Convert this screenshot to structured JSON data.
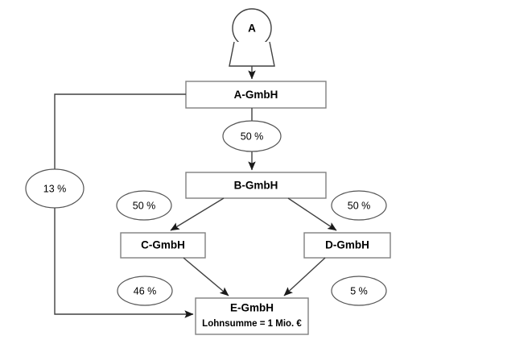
{
  "diagram": {
    "type": "organizational-shareholding-flowchart",
    "language": "de",
    "actor": {
      "id": "A",
      "label": "A",
      "icon": "person-icon"
    },
    "nodes": [
      {
        "id": "A-GmbH",
        "label": "A-GmbH",
        "sublabel": ""
      },
      {
        "id": "B-GmbH",
        "label": "B-GmbH",
        "sublabel": ""
      },
      {
        "id": "C-GmbH",
        "label": "C-GmbH",
        "sublabel": ""
      },
      {
        "id": "D-GmbH",
        "label": "D-GmbH",
        "sublabel": ""
      },
      {
        "id": "E-GmbH",
        "label": "E-GmbH",
        "sublabel": "Lohnsumme = 1 Mio. €"
      }
    ],
    "edges": [
      {
        "id": "actor-to-a",
        "from": "A",
        "to": "A-GmbH",
        "label": ""
      },
      {
        "id": "a-to-b",
        "from": "A-GmbH",
        "to": "B-GmbH",
        "label": "50 %"
      },
      {
        "id": "b-to-c",
        "from": "B-GmbH",
        "to": "C-GmbH",
        "label": "50 %"
      },
      {
        "id": "b-to-d",
        "from": "B-GmbH",
        "to": "D-GmbH",
        "label": "50 %"
      },
      {
        "id": "c-to-e",
        "from": "C-GmbH",
        "to": "E-GmbH",
        "label": "46 %"
      },
      {
        "id": "d-to-e",
        "from": "D-GmbH",
        "to": "E-GmbH",
        "label": "5 %"
      },
      {
        "id": "a-to-e",
        "from": "A-GmbH",
        "to": "E-GmbH",
        "label": "13 %"
      }
    ],
    "percent_labels": {
      "a_to_b": "50 %",
      "b_to_c": "50 %",
      "b_to_d": "50 %",
      "c_to_e": "46 %",
      "d_to_e": "5 %",
      "a_to_e": "13 %"
    },
    "colors": {
      "background": "#ffffff",
      "box_stroke": "#808080",
      "line_stroke": "#404040",
      "ellipse_stroke": "#555555",
      "text": "#000000"
    }
  }
}
